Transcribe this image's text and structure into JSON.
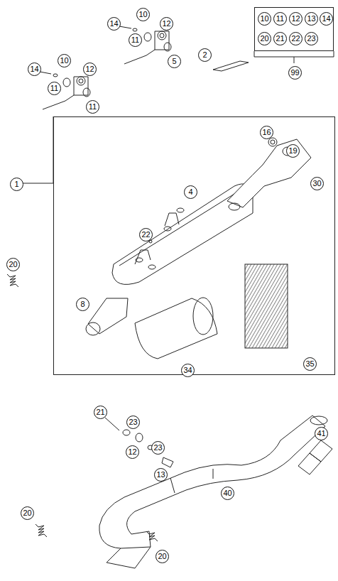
{
  "diagram": {
    "nodes": [
      {
        "text": [
          "10",
          "11",
          "12",
          "13",
          "14",
          "20",
          "21",
          "22",
          "23",
          "99"
        ]
      },
      {
        "text": [
          "1"
        ]
      }
    ],
    "labels": [
      "14",
      "10",
      "11",
      "12",
      "5",
      "14",
      "10",
      "11",
      "12",
      "11",
      "2",
      "16",
      "19",
      "30",
      "4",
      "22",
      "20",
      "8",
      "35",
      "34",
      "21",
      "23",
      "23",
      "12",
      "13",
      "41",
      "40",
      "20",
      "20"
    ]
  }
}
